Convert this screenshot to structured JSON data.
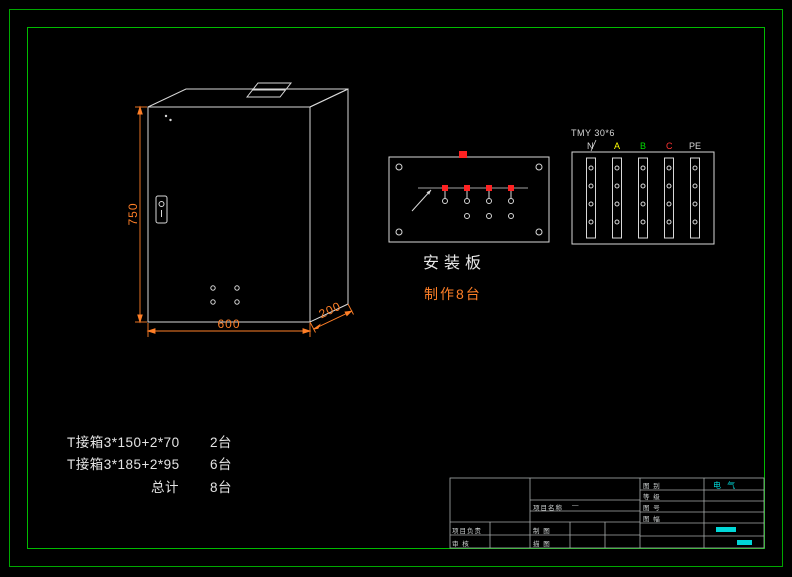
{
  "cabinet": {
    "dim_height": "750",
    "dim_width": "600",
    "dim_depth": "200"
  },
  "plate": {
    "label": "安装板",
    "note": "制作8台"
  },
  "busbar": {
    "title": "TMY 30*6",
    "phases": [
      "N",
      "A",
      "B",
      "C",
      "PE"
    ]
  },
  "bom": {
    "rows": [
      {
        "item": "T接箱3*150+2*70",
        "qty": "2台"
      },
      {
        "item": "T接箱3*185+2*95",
        "qty": "6台"
      },
      {
        "item": "总计",
        "qty": "8台"
      }
    ]
  },
  "title_block": {
    "project_label": "项目名称",
    "project_value": "—",
    "cells": [
      "项目负责",
      "审 核",
      "制 图",
      "描 图"
    ],
    "rows": [
      "图 别",
      "等 级",
      "图 号",
      "图 幅"
    ],
    "category": "电 气"
  },
  "colors": {
    "frame_green": "#00bb00",
    "line": "#d8d8d8",
    "dimension_orange": "#ff7f27",
    "terminal_red": "#ff2222",
    "accent_cyan": "#00d7d7",
    "phase_n": "#d8d8d8",
    "phase_a": "#ffff00",
    "phase_b": "#00dd00",
    "phase_c": "#ff3333",
    "phase_pe": "#d8d8d8"
  }
}
